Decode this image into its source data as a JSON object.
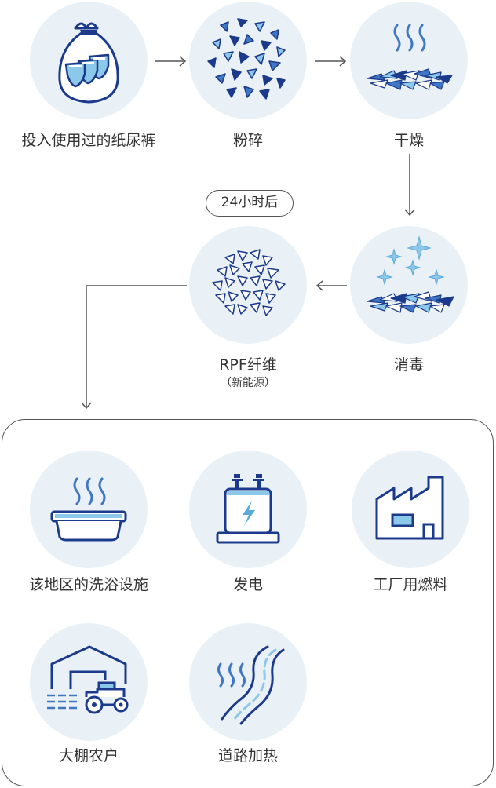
{
  "process": {
    "step1": "投入使用过的纸尿裤",
    "step2": "粉碎",
    "step3": "干燥",
    "step4": "消毒",
    "step5": "RPF纤维",
    "step5_sub": "（新能源）",
    "badge": "24小时后"
  },
  "uses": {
    "item1": "该地区的洗浴设施",
    "item2": "发电",
    "item3": "工厂用燃料",
    "item4": "大棚农户",
    "item5": "道路加热"
  },
  "colors": {
    "circle_bg": "#e9f1f6",
    "navy": "#1b3a8c",
    "mid_blue": "#3f77c4",
    "light_blue": "#9fd0ee",
    "text": "#333333",
    "line": "#555555"
  },
  "icons": {
    "step1": "diaper-bag-icon",
    "step2": "shredded-pieces-icon",
    "step3": "drying-steam-icon",
    "step4": "sterilize-sparkle-icon",
    "step5": "fiber-pile-icon",
    "item1": "bathtub-steam-icon",
    "item2": "capacitor-power-icon",
    "item3": "factory-icon",
    "item4": "greenhouse-tractor-icon",
    "item5": "heated-road-icon"
  }
}
